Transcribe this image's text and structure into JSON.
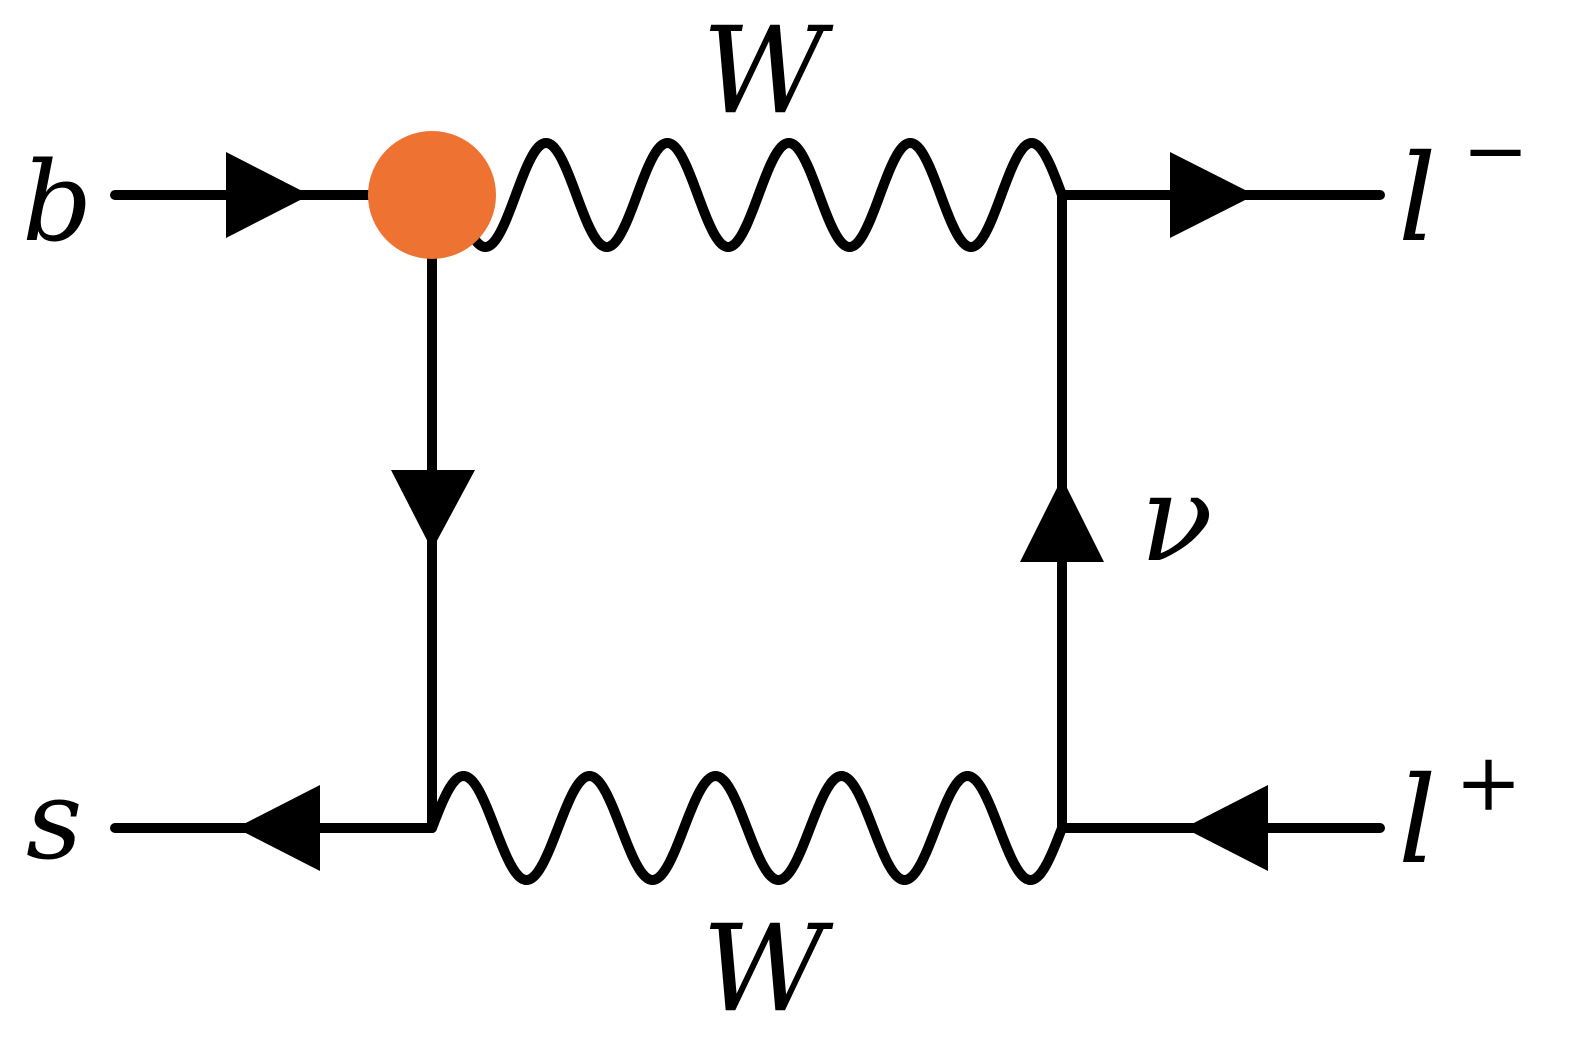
{
  "diagram": {
    "type": "feynman-box-diagram",
    "labels": {
      "b": "b",
      "s": "s",
      "l_minus_base": "l",
      "l_minus_sup": "−",
      "l_plus_base": "l",
      "l_plus_sup": "+",
      "nu": "ν",
      "w_top": "W",
      "w_bottom": "W"
    },
    "colors": {
      "vertex_blob": "#EE7332",
      "line": "#000000"
    }
  }
}
